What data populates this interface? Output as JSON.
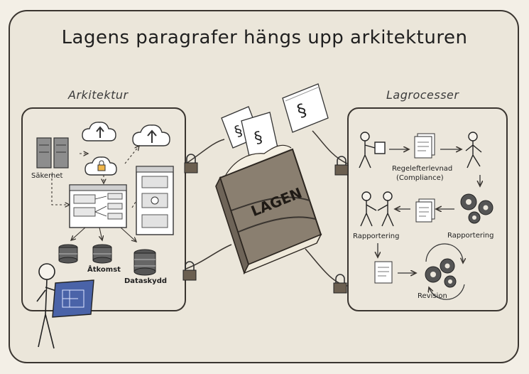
{
  "title": "Lagens paragrafer hängs upp arkitekturen",
  "architecture": {
    "heading": "Arkitektur",
    "labels": {
      "security": "Säkerhet",
      "access": "Åtkomst",
      "data_protection": "Dataskydd"
    }
  },
  "book": {
    "label": "LAGEN",
    "paragraph_symbol": "§"
  },
  "processes": {
    "heading": "Lagrocesser",
    "labels": {
      "compliance_line1": "Regelefterlevnad",
      "compliance_line2": "(Compliance)",
      "reporting_left": "Rapportering",
      "reporting_right": "Rapportering",
      "revision": "Revision"
    }
  },
  "colors": {
    "ink": "#3a3530",
    "paper": "#ebe6da",
    "book": "#8a7f70",
    "blueprint": "#4a63a8",
    "cloud": "#ffffff"
  }
}
